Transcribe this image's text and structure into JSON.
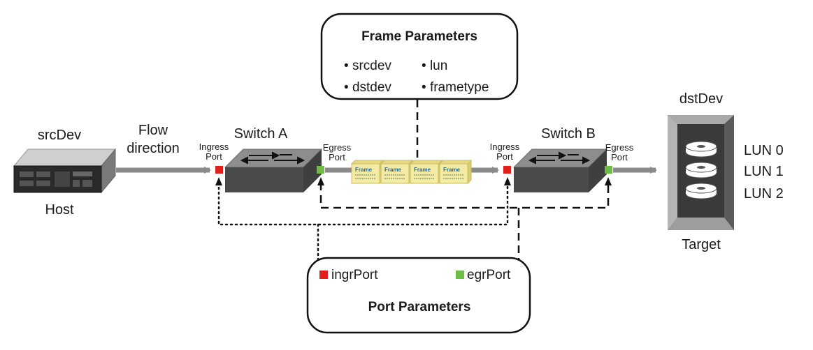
{
  "frame_params": {
    "title": "Frame Parameters",
    "items": [
      "srcdev",
      "lun",
      "dstdev",
      "frametype"
    ]
  },
  "port_params": {
    "title": "Port Parameters",
    "ingress_legend": "ingrPort",
    "egress_legend": "egrPort"
  },
  "src": {
    "name": "srcDev",
    "role": "Host"
  },
  "flow": {
    "line1": "Flow",
    "line2": "direction"
  },
  "switch_a": {
    "name": "Switch A",
    "ingress_l1": "Ingress",
    "ingress_l2": "Port",
    "egress_l1": "Egress",
    "egress_l2": "Port"
  },
  "switch_b": {
    "name": "Switch B",
    "ingress_l1": "Ingress",
    "ingress_l2": "Port",
    "egress_l1": "Egress",
    "egress_l2": "Port"
  },
  "dst": {
    "name": "dstDev",
    "role": "Target",
    "luns": [
      "LUN 0",
      "LUN 1",
      "LUN 2"
    ]
  },
  "frames": {
    "label": "Frame",
    "count": 4
  },
  "colors": {
    "ingress": "#e0201b",
    "egress": "#6dbd45",
    "frame_fill": "#f3eba4",
    "frame_edge": "#c9be63",
    "switch_top": "#8d8d8d",
    "switch_side": "#4a4a4a",
    "arrow": "#8a8a8a"
  }
}
